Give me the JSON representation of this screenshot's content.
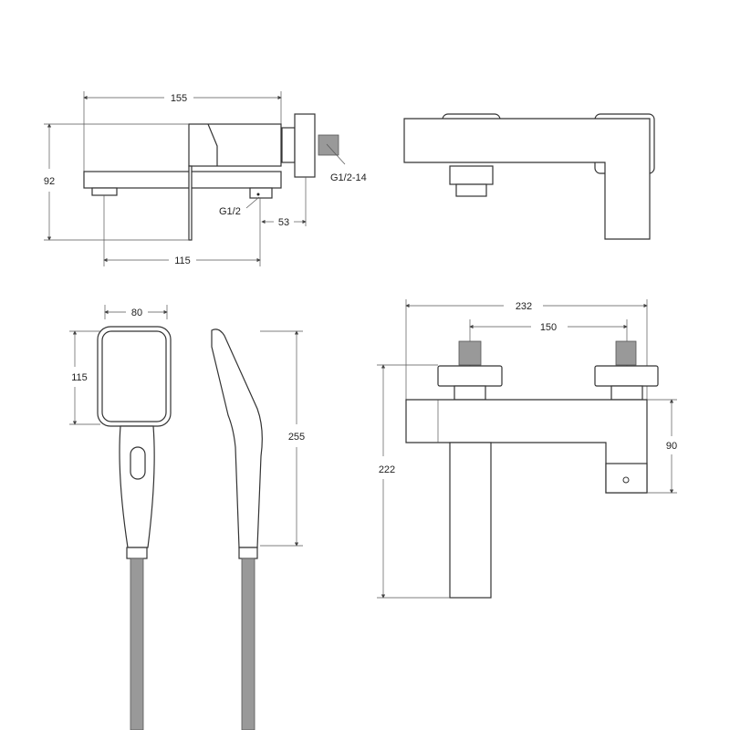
{
  "drawing": {
    "side_view": {
      "width_total": "155",
      "height": "92",
      "inlet_spacing": "115",
      "offset": "53",
      "outlet_thread": "G1/2",
      "inlet_thread": "G1/2-14"
    },
    "hand_shower": {
      "head_width": "80",
      "head_height": "115",
      "total_length": "255"
    },
    "front_view": {
      "width_total": "232",
      "inlet_spacing": "150",
      "body_height": "90",
      "total_height": "222"
    }
  }
}
